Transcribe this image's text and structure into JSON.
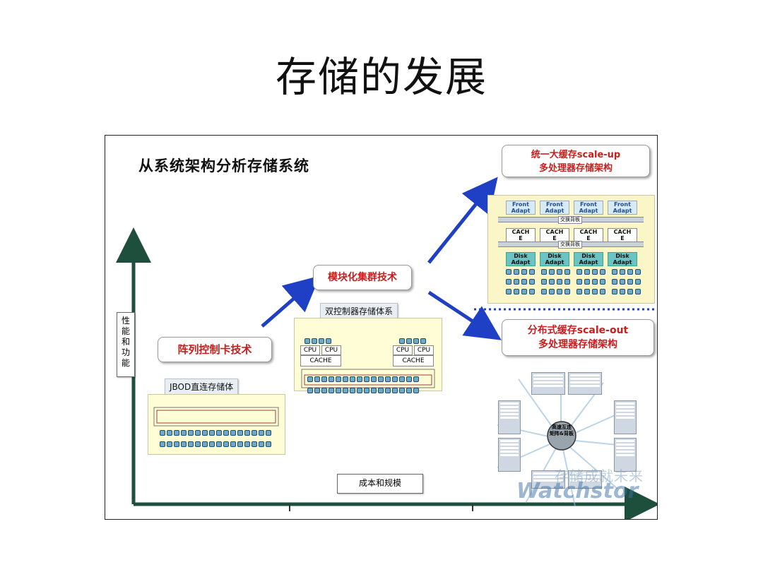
{
  "slide": {
    "title": "存储的发展"
  },
  "diagram": {
    "title": "从系统架构分析存储系统",
    "y_axis_label": "性\n能\n和\n功\n能",
    "x_axis_label": "成本和规模",
    "stage1": {
      "label": "阵列控制卡技术",
      "tag": "JBOD直连存储体"
    },
    "stage2": {
      "label": "模块化集群技术",
      "tag": "双控制器存储体系",
      "cpu1": "CPU",
      "cpu2": "CPU",
      "cpu3": "CPU",
      "cpu4": "CPU",
      "cache1": "CACHE",
      "cache2": "CACHE"
    },
    "stage3a": {
      "line1": "统一大缓存scale-up",
      "line2": "多处理器存储架构",
      "front": "Front\nAdapt",
      "switch": "交换背板",
      "cache": "CACH\nE",
      "disk": "Disk\nAdapt"
    },
    "stage3b": {
      "line1": "分布式缓存scale-out",
      "line2": "多处理器存储架构",
      "hub": "高速互连\n矩阵&背板"
    },
    "watermark": {
      "cn": "存储成就未来",
      "brand": "Watchstor"
    },
    "colors": {
      "arrow": "#1f3fc4",
      "label_red": "#c81e1e",
      "axis": "#1e4f3c",
      "panel": "#fefdd6",
      "divider": "#1f3fc4"
    }
  }
}
